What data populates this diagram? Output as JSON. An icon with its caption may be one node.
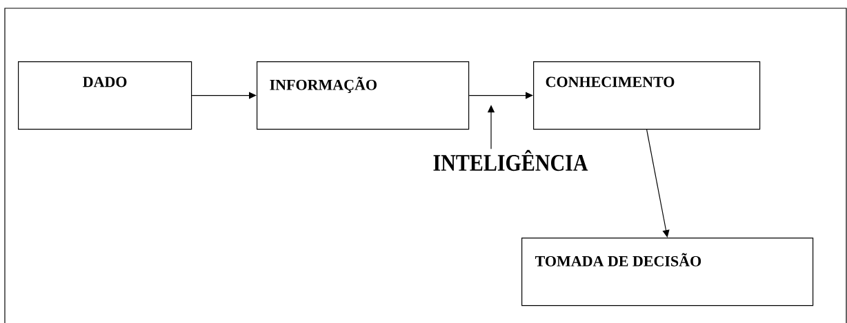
{
  "diagram": {
    "nodes": [
      {
        "text": [
          "DADO"
        ]
      },
      {
        "text": [
          "INFORMAÇÃO"
        ]
      },
      {
        "text": [
          "CONHECIMENTO"
        ]
      },
      {
        "text": [
          "TOMADA DE DECISÃO"
        ]
      },
      {
        "text": [
          "INTELIGÊNCIA"
        ]
      }
    ],
    "edges": [
      {
        "from": 0,
        "to": 1,
        "arrow": "to"
      },
      {
        "from": 1,
        "to": 2,
        "arrow": "to"
      },
      {
        "from": 4,
        "to": null,
        "arrow": "to"
      },
      {
        "from": 2,
        "to": 3,
        "arrow": "to"
      }
    ]
  }
}
